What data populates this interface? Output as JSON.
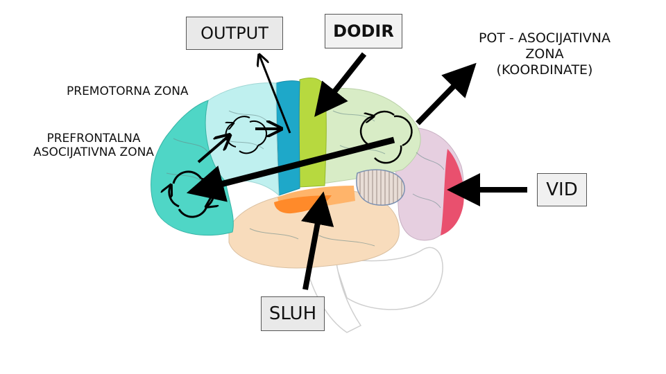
{
  "labels": {
    "output": "OUTPUT",
    "dodir": "DODIR",
    "pot_line1": "POT - ASOCIJATIVNA",
    "pot_line2": "ZONA",
    "pot_line3": "(KOORDINATE)",
    "premotorna": "PREMOTORNA ZONA",
    "prefrontalna_line1": "PREFRONTALNA",
    "prefrontalna_line2": "ASOCIJATIVNA ZONA",
    "vid": "VID",
    "sluh": "SLUH"
  },
  "regions": {
    "prefrontal": "#4fd6c6",
    "premotor": "#bff0ef",
    "motor": "#1ea8c9",
    "somatosensory": "#b7d93f",
    "parietal": "#d8ecc6",
    "auditory": "#ff8a2a",
    "auditory_belt": "#ffb46a",
    "temporal": "#f8dcbc",
    "occipital_assoc": "#e6cfe0",
    "visual": "#e9506e",
    "wernicke": "#f3e6e4"
  }
}
